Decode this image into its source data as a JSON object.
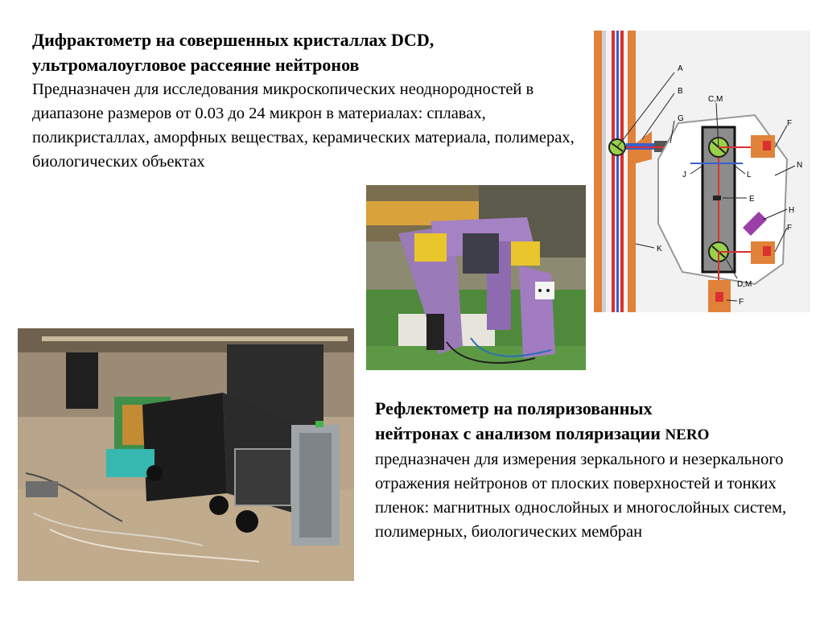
{
  "dcd": {
    "title_line1": "Дифрактометр на совершенных кристаллах DCD,",
    "title_line2": "ультромалоугловое рассеяние нейтронов",
    "description": "Предназначен для исследования микроскопических неоднородностей в диапазоне размеров от 0.03 до 24 микрон в материалах: сплавах, поликристаллах, аморфных веществах, керамических материала, полимерах, биологических объектах"
  },
  "nero": {
    "title_line1": "Рефлектометр на поляризованных",
    "title_line2_main": "нейтронах с анализом поляризации",
    "title_line2_name": "NERO",
    "description": "предназначен для измерения зеркального и незеркального отражения нейтронов от плоских поверхностей и тонких пленок: магнитных однослойных и многослойных систем, полимерных, биологических мембран"
  },
  "schematic": {
    "labels": {
      "a": "A",
      "b": "B",
      "g": "G",
      "cm": "C,M",
      "f1": "F",
      "j": "J",
      "l": "L",
      "n": "N",
      "e": "E",
      "h": "H",
      "f2": "F",
      "k": "K",
      "dm": "D,M",
      "f3": "F"
    },
    "colors": {
      "frame": "#e0823a",
      "beam": "#d93030",
      "guide": "#3a5fcd",
      "crystal": "#9ad14b",
      "detector": "#9b3fa8"
    }
  }
}
